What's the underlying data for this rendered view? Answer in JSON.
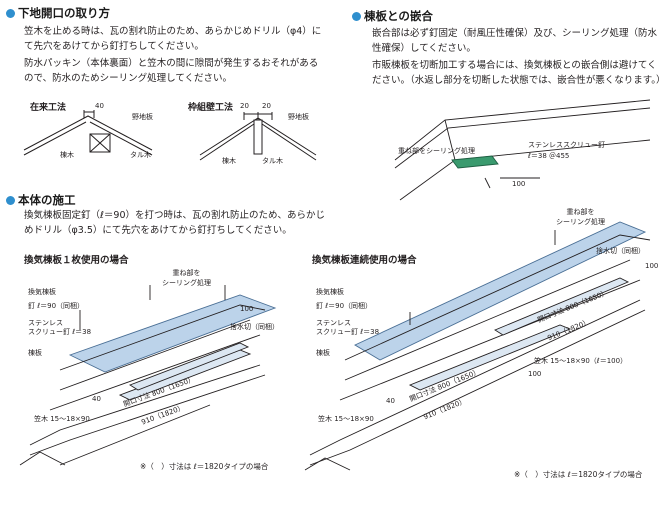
{
  "sections": {
    "shitaji": {
      "title": "下地開口の取り方",
      "p1": "笠木を止める時は、瓦の割れ防止のため、あらかじめドリル（φ4）にて先穴をあけてから釘打ちしてください。",
      "p2": "防水パッキン（本体裏面）と笠木の間に隙間が発生するおそれがあるので、防水のためシーリング処理してください。",
      "diagram_left": {
        "title": "在来工法",
        "dim": "40",
        "labels": [
          "野地板",
          "棟木",
          "タル木"
        ]
      },
      "diagram_right": {
        "title": "枠組壁工法",
        "dims": [
          "20",
          "20"
        ],
        "labels": [
          "野地板",
          "棟木",
          "タル木"
        ]
      }
    },
    "munaita": {
      "title": "棟板との嵌合",
      "p1": "嵌合部は必ず釘固定（耐風圧性確保）及び、シーリング処理（防水性確保）してください。",
      "p2": "市販棟板を切断加工する場合には、換気棟板との嵌合側は避けてください。（水返し部分を切断した状態では、嵌合性が悪くなります。）",
      "labels": {
        "seal": "重ね部をシーリング処理",
        "screw": "ステンレススクリュー釘",
        "screw_spec": "ℓ＝38 ＠455",
        "dim": "100"
      }
    },
    "hontai": {
      "title": "本体の施工",
      "p1": "換気棟板固定釘（ℓ＝90）を打つ時は、瓦の割れ防止のため、あらかじめドリル（φ3.5）にて先穴をあけてから釘打ちしてください。"
    },
    "single": {
      "title": "換気棟板１枚使用の場合",
      "labels": {
        "seal": "重ね部を\nシーリング処理",
        "unit": "換気棟板",
        "nail": "釘 ℓ＝90（同梱）",
        "stainless": "ステンレス",
        "screw": "スクリュー釘 ℓ＝38",
        "board": "棟板",
        "cutter": "捨水切（同梱）",
        "dim100": "100",
        "dim40": "40",
        "open": "開口寸法 800（1650）",
        "len": "910（1820）",
        "kasagi": "笠木 15～18×90"
      },
      "note": "※（　）寸法は ℓ＝1820タイプの場合"
    },
    "multi": {
      "title": "換気棟板連続使用の場合",
      "labels": {
        "seal": "重ね部を\nシーリング処理",
        "cutter": "捨水切（同梱）",
        "unit": "換気棟板",
        "nail": "釘 ℓ＝90（同梱）",
        "stainless": "ステンレス",
        "screw": "スクリュー釘 ℓ＝38",
        "board": "棟板",
        "dim100a": "100",
        "dim100b": "100",
        "dim40": "40",
        "open1": "開口寸法 800（1650）",
        "len1": "910（1820）",
        "open2": "開口寸法 800（1650）",
        "len2": "910（1820）",
        "kasagi": "笠木 15～18×90（ℓ＝100）",
        "kasagi2": "笠木 15～18×90"
      },
      "note": "※（　）寸法は ℓ＝1820タイプの場合"
    }
  },
  "colors": {
    "accent_dot": "#2f8fce",
    "vent_blue": "#bcd3ea",
    "text": "#231f20"
  }
}
